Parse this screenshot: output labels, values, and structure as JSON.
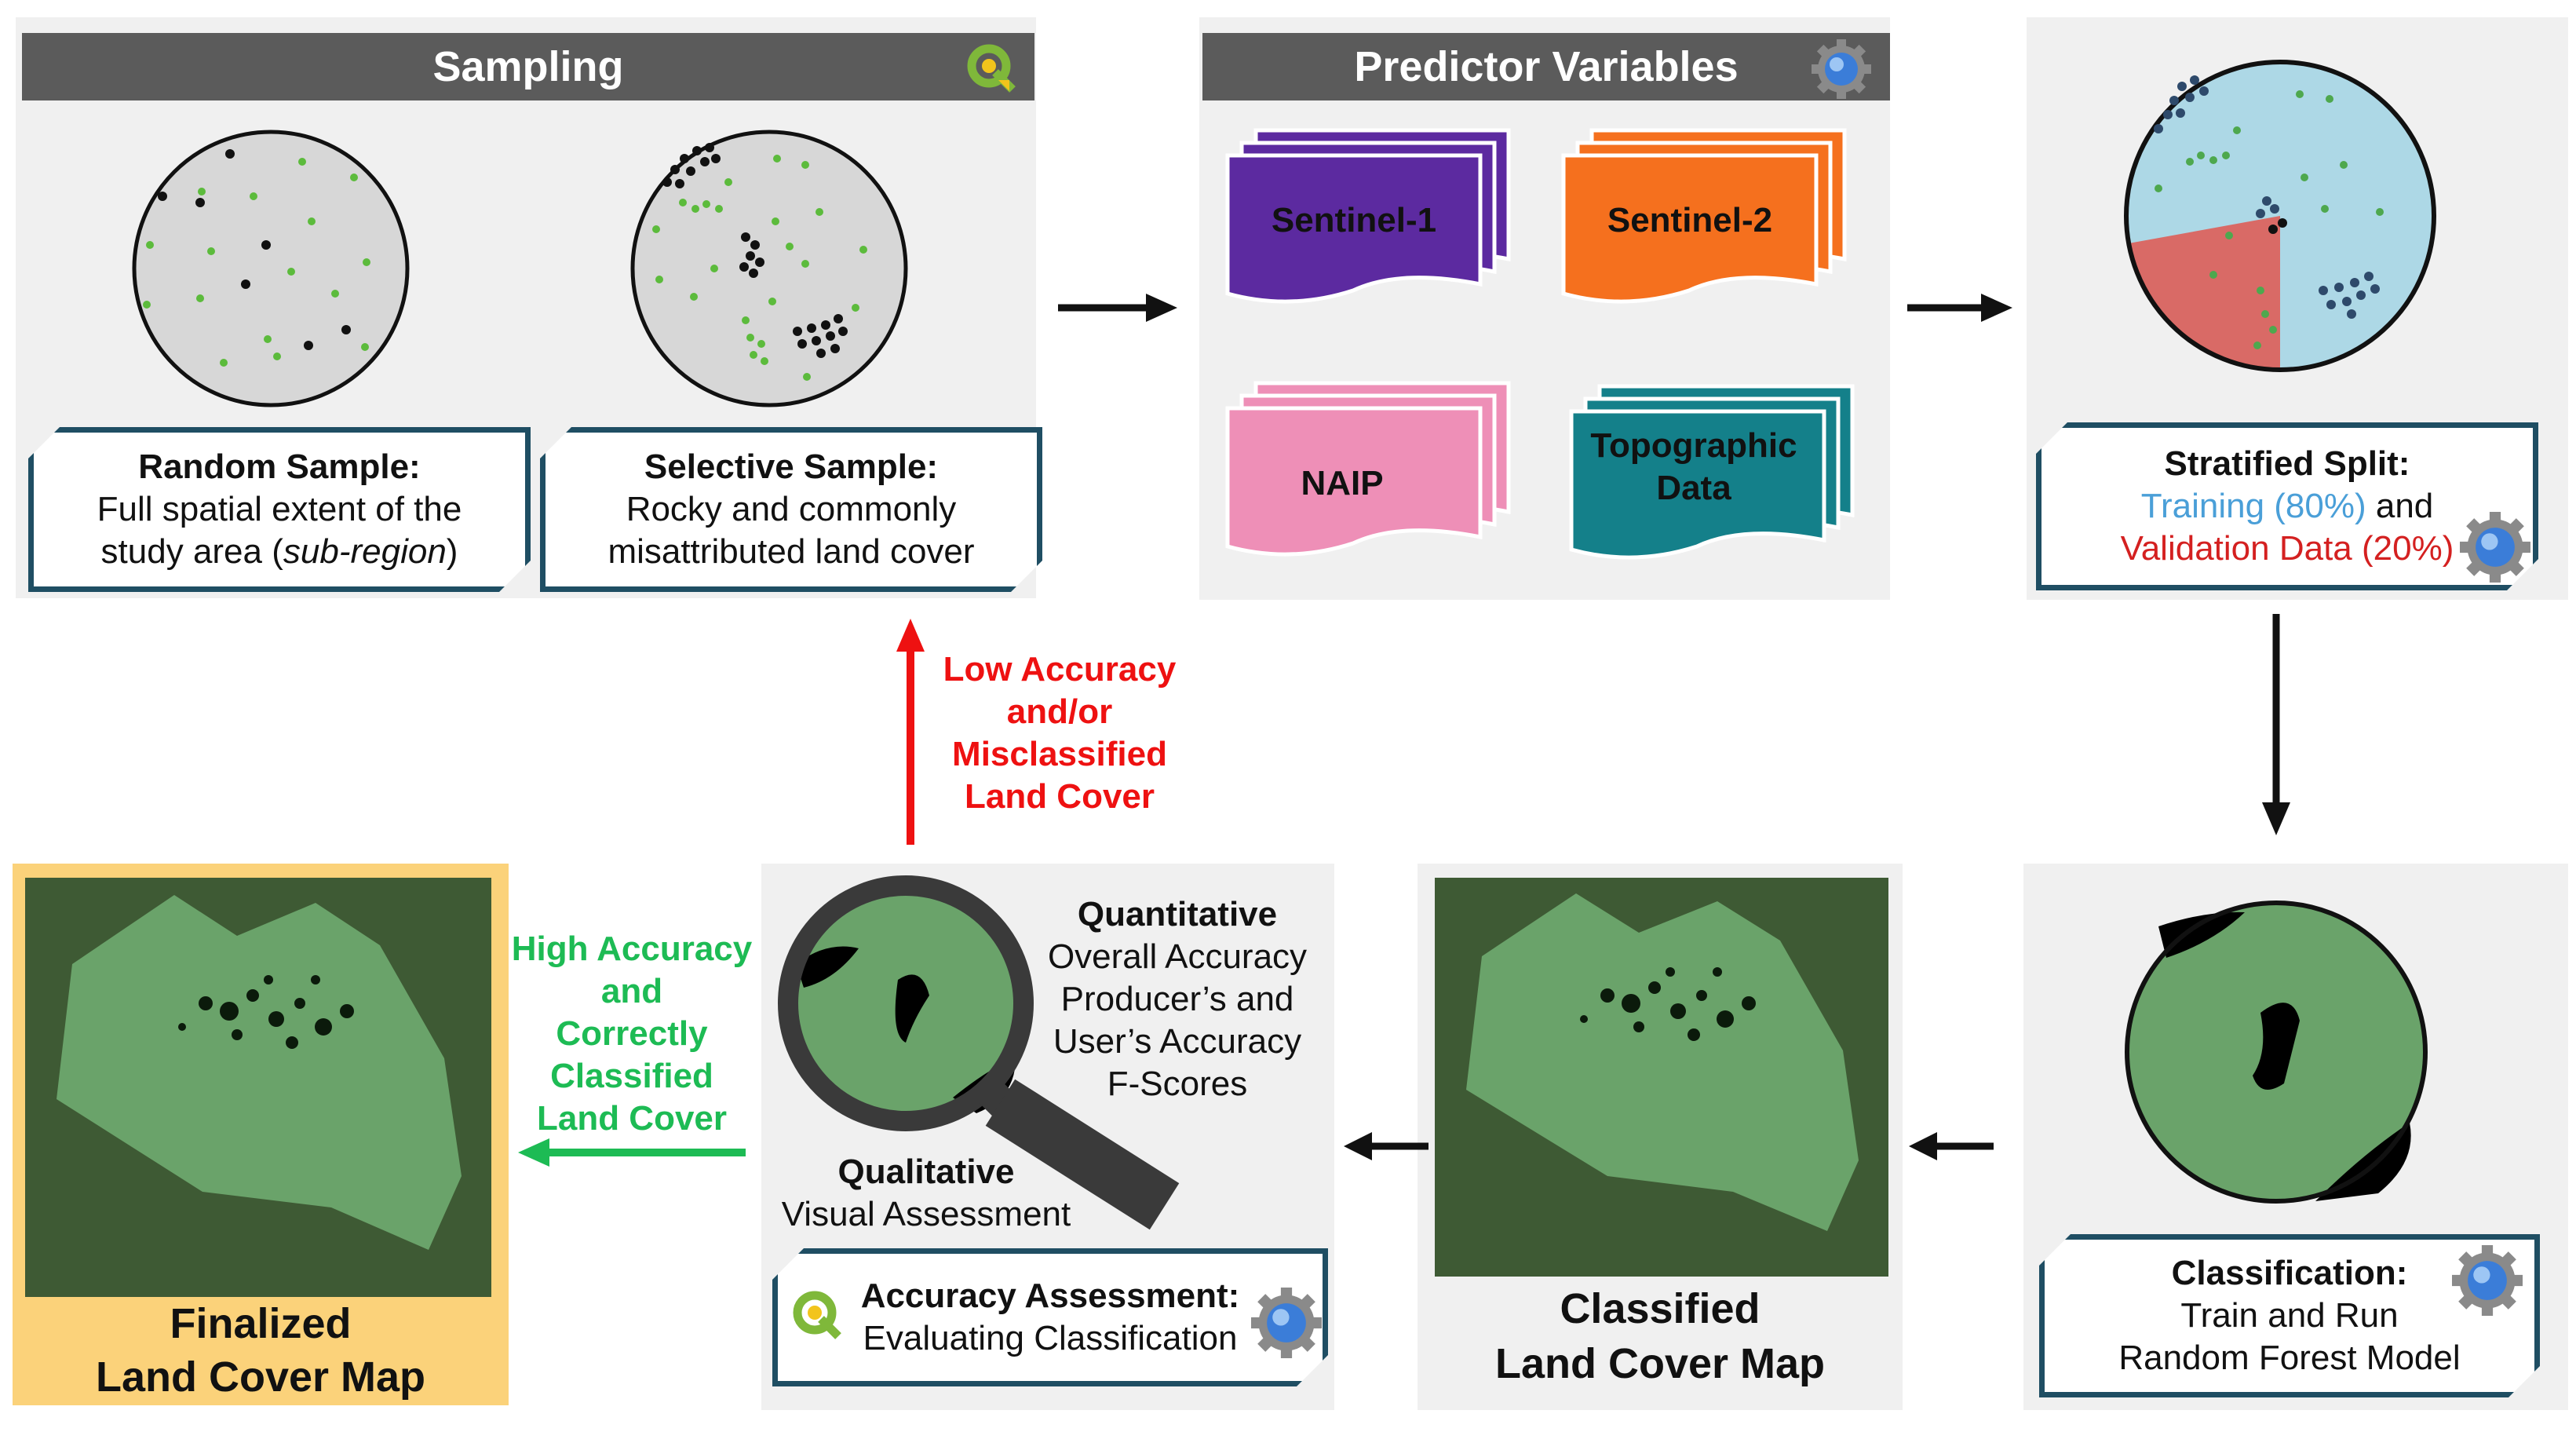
{
  "sampling": {
    "title": "Sampling",
    "random": {
      "title": "Random Sample:",
      "line1": "Full spatial extent of the",
      "line2_prefix": "study area (",
      "line2_italic": "sub-region",
      "line2_suffix": ")"
    },
    "selective": {
      "title": "Selective Sample:",
      "line1": "Rocky and commonly",
      "line2": "misattributed land cover"
    }
  },
  "predictors": {
    "title": "Predictor Variables",
    "items": [
      "Sentinel-1",
      "Sentinel-2",
      "NAIP",
      "Topographic Data"
    ]
  },
  "split": {
    "title": "Stratified Split:",
    "training": "Training (80%)",
    "and": " and",
    "validation": "Validation Data (20%)"
  },
  "classification": {
    "title": "Classification:",
    "line1": "Train and Run",
    "line2": "Random Forest Model"
  },
  "classified_map": {
    "line1": "Classified",
    "line2": "Land Cover Map"
  },
  "assessment": {
    "quantitative_title": "Quantitative",
    "quantitative_lines": [
      "Overall Accuracy",
      "Producer’s and",
      "User’s Accuracy",
      "F-Scores"
    ],
    "qualitative_title": "Qualitative",
    "qualitative_text": "Visual Assessment",
    "box_title": "Accuracy Assessment:",
    "box_text": "Evaluating Classification"
  },
  "feedback_low": [
    "Low Accuracy",
    "and/or",
    "Misclassified",
    "Land Cover"
  ],
  "feedback_high": [
    "High Accuracy",
    "and",
    "Correctly",
    "Classified",
    "Land Cover"
  ],
  "final_map": {
    "line1": "Finalized",
    "line2": "Land Cover Map"
  },
  "colors": {
    "header_gray": "#5b5b5b",
    "panel_bg": "#f0f0f0",
    "box_border": "#1f4e63",
    "sentinel1": "#5c2aa0",
    "sentinel2": "#f5701e",
    "naip": "#ee8fb7",
    "topo": "#14808a",
    "training_blue": "#4a9fd8",
    "validation_red": "#d42020",
    "map_green": "#6aa36a",
    "final_bg": "#fbd27a",
    "red_arrow": "#ee1111",
    "green_arrow": "#1dbb54"
  }
}
